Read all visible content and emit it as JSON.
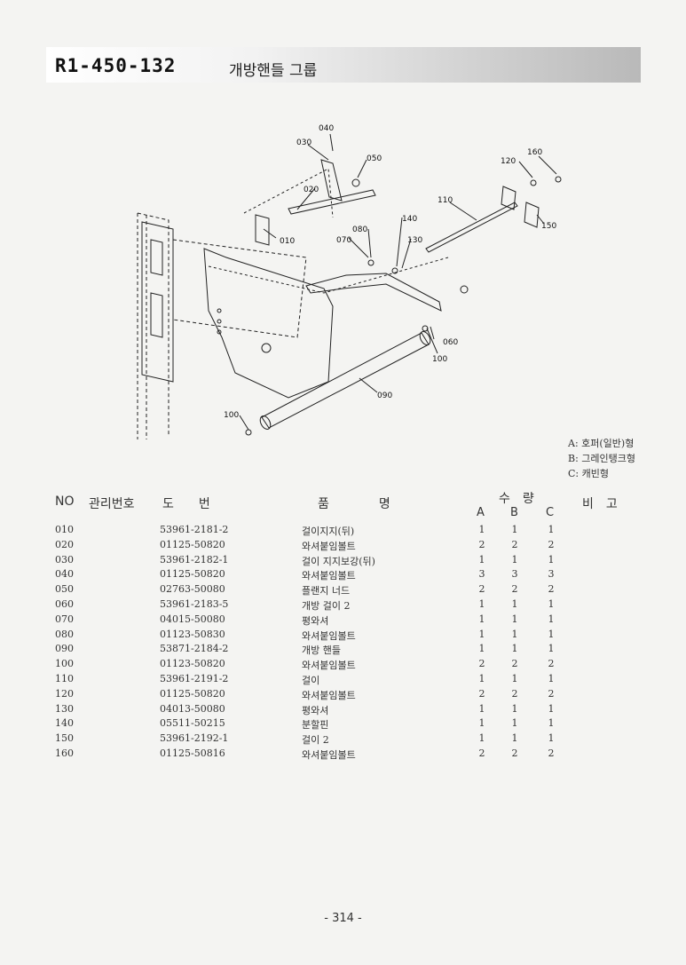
{
  "header": {
    "code": "R1-450-132",
    "group_name": "개방핸들 그룹"
  },
  "diagram": {
    "callouts": [
      "040",
      "030",
      "050",
      "020",
      "010",
      "080",
      "070",
      "140",
      "130",
      "110",
      "120",
      "160",
      "150",
      "060",
      "100",
      "090",
      "100"
    ]
  },
  "legend": [
    "A: 호퍼(일반)형",
    "B: 그레인탱크형",
    "C: 캐빈형"
  ],
  "table": {
    "headers": {
      "no": "NO",
      "mgmt": "관리번호",
      "drawing": "도　　번",
      "name": "품　　　　명",
      "qty": "수　량",
      "remarks": "비　고"
    },
    "qty_cols": [
      "A",
      "B",
      "C"
    ],
    "rows": [
      {
        "no": "010",
        "drawing": "53961-2181-2",
        "name": "걸이지지(뒤)",
        "a": "1",
        "b": "1",
        "c": "1"
      },
      {
        "no": "020",
        "drawing": "01125-50820",
        "name": "와셔붙임볼트",
        "a": "2",
        "b": "2",
        "c": "2"
      },
      {
        "no": "030",
        "drawing": "53961-2182-1",
        "name": "걸이 지지보강(뒤)",
        "a": "1",
        "b": "1",
        "c": "1"
      },
      {
        "no": "040",
        "drawing": "01125-50820",
        "name": "와셔붙임볼트",
        "a": "3",
        "b": "3",
        "c": "3"
      },
      {
        "no": "050",
        "drawing": "02763-50080",
        "name": "플랜지 너드",
        "a": "2",
        "b": "2",
        "c": "2"
      },
      {
        "no": "060",
        "drawing": "53961-2183-5",
        "name": "개방 걸이 2",
        "a": "1",
        "b": "1",
        "c": "1"
      },
      {
        "no": "070",
        "drawing": "04015-50080",
        "name": "평와셔",
        "a": "1",
        "b": "1",
        "c": "1"
      },
      {
        "no": "080",
        "drawing": "01123-50830",
        "name": "와셔붙임볼트",
        "a": "1",
        "b": "1",
        "c": "1"
      },
      {
        "no": "090",
        "drawing": "53871-2184-2",
        "name": "개방 핸들",
        "a": "1",
        "b": "1",
        "c": "1"
      },
      {
        "no": "100",
        "drawing": "01123-50820",
        "name": "와셔붙임볼트",
        "a": "2",
        "b": "2",
        "c": "2"
      },
      {
        "no": "110",
        "drawing": "53961-2191-2",
        "name": "걸이",
        "a": "1",
        "b": "1",
        "c": "1"
      },
      {
        "no": "120",
        "drawing": "01125-50820",
        "name": "와셔붙임볼트",
        "a": "2",
        "b": "2",
        "c": "2"
      },
      {
        "no": "130",
        "drawing": "04013-50080",
        "name": "평와셔",
        "a": "1",
        "b": "1",
        "c": "1"
      },
      {
        "no": "140",
        "drawing": "05511-50215",
        "name": "분할핀",
        "a": "1",
        "b": "1",
        "c": "1"
      },
      {
        "no": "150",
        "drawing": "53961-2192-1",
        "name": "걸이 2",
        "a": "1",
        "b": "1",
        "c": "1"
      },
      {
        "no": "160",
        "drawing": "01125-50816",
        "name": "와셔붙임볼트",
        "a": "2",
        "b": "2",
        "c": "2"
      }
    ]
  },
  "page_number": "- 314 -"
}
